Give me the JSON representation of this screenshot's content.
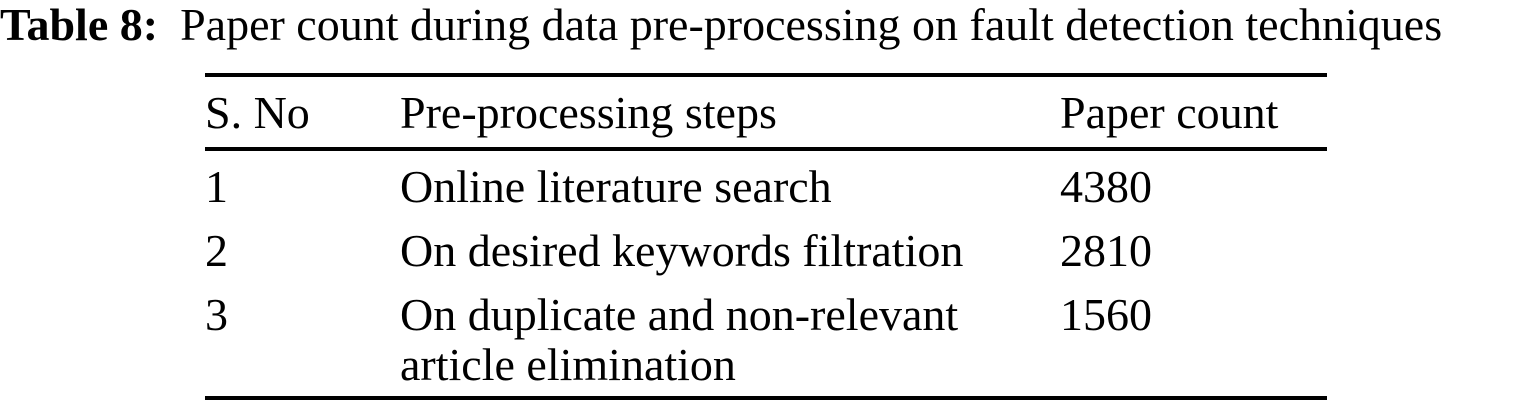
{
  "page": {
    "background_color": "#ffffff",
    "text_color": "#000000",
    "rule_color": "#000000"
  },
  "caption": {
    "label": "Table 8:",
    "text": "Paper count during data pre-processing on fault detection techniques"
  },
  "table": {
    "columns": [
      {
        "key": "sno",
        "label": "S. No"
      },
      {
        "key": "steps",
        "label": "Pre-processing steps"
      },
      {
        "key": "count",
        "label": "Paper count"
      }
    ],
    "rows": [
      {
        "sno": "1",
        "steps": "Online literature search",
        "count": "4380"
      },
      {
        "sno": "2",
        "steps": "On desired keywords filtration",
        "count": "2810"
      },
      {
        "sno": "3",
        "steps": "On duplicate and non-relevant article elimination",
        "count": "1560"
      }
    ]
  },
  "chart_data": {
    "type": "table",
    "title": "Table 8: Paper count during data pre-processing on fault detection techniques",
    "columns": [
      "S. No",
      "Pre-processing steps",
      "Paper count"
    ],
    "rows": [
      [
        "1",
        "Online literature search",
        "4380"
      ],
      [
        "2",
        "On desired keywords filtration",
        "2810"
      ],
      [
        "3",
        "On duplicate and non-relevant article elimination",
        "1560"
      ]
    ]
  }
}
